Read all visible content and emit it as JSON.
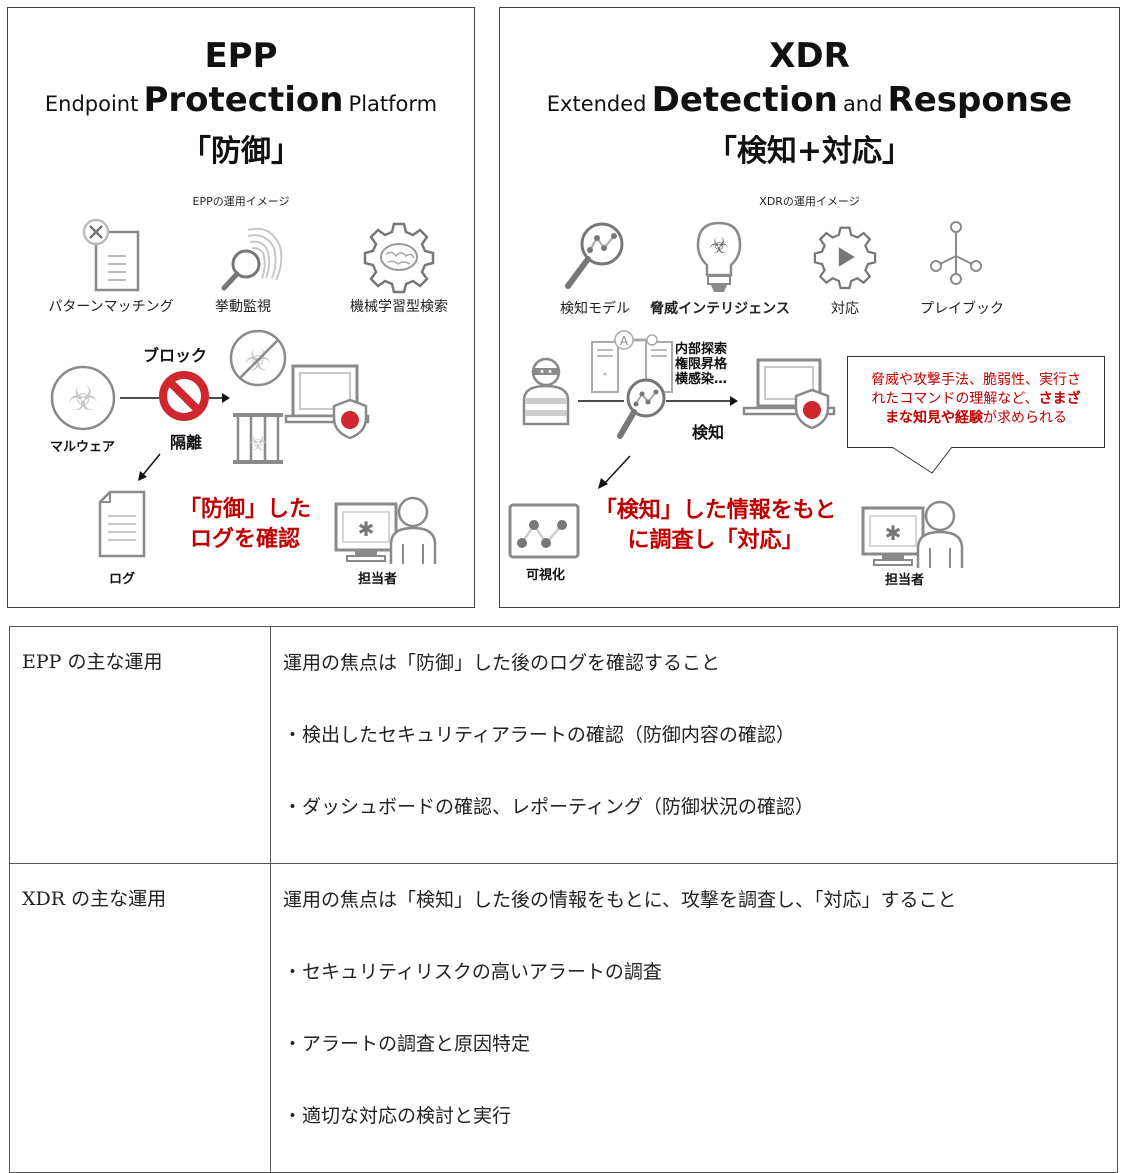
{
  "epp": {
    "title": "EPP",
    "subtitle_pre": "Endpoint",
    "subtitle_main": "Protection",
    "subtitle_post": "Platform",
    "title_jp": "「防御」",
    "caption": "EPPの運用イメージ",
    "features": [
      {
        "label": "パターンマッチング",
        "icon": "document-x-icon"
      },
      {
        "label": "挙動監視",
        "icon": "fingerprint-magnifier-icon"
      },
      {
        "label": "機械学習型検索",
        "icon": "brain-gear-icon"
      }
    ],
    "malware_label": "マルウェア",
    "block_label": "ブロック",
    "quarantine_label": "隔離",
    "log_label": "ログ",
    "operator_label": "担当者",
    "message_line1": "「防御」した",
    "message_line2": "ログを確認"
  },
  "xdr": {
    "title": "XDR",
    "subtitle_pre": "Extended",
    "subtitle_main1": "Detection",
    "subtitle_mid": "and",
    "subtitle_main2": "Response",
    "title_jp": "「検知+対応」",
    "caption": "XDRの運用イメージ",
    "features": [
      {
        "label": "検知モデル",
        "icon": "magnifier-chart-icon",
        "bold": false
      },
      {
        "label": "脅威インテリジェンス",
        "icon": "biohazard-bulb-icon",
        "bold": true
      },
      {
        "label": "対応",
        "icon": "play-gear-icon",
        "bold": false
      },
      {
        "label": "プレイブック",
        "icon": "playbook-tree-icon",
        "bold": false
      }
    ],
    "attack_lines": [
      "内部探索",
      "権限昇格",
      "横感染…"
    ],
    "detect_label": "検知",
    "visualize_label": "可視化",
    "operator_label": "担当者",
    "message_line1": "「検知」した情報をもと",
    "message_line2": "に調査し「対応」",
    "bubble": {
      "line1": "脅威や攻撃手法、脆弱性、実行さ",
      "line2_normal": "れたコマンドの理解など、",
      "line2_bold": "さまざ",
      "line3_bold": "まな知見や経験",
      "line3_normal": "が求められる"
    }
  },
  "colors": {
    "accent_red": "#c00000",
    "icon_gray": "#8a8a8a",
    "icon_light": "#c8c8c8",
    "prohibit_red": "#d0262d"
  },
  "table": {
    "rows": [
      {
        "label": "EPP の主な運用",
        "lines": [
          "運用の焦点は「防御」した後のログを確認すること",
          "・検出したセキュリティアラートの確認（防御内容の確認）",
          "・ダッシュボードの確認、レポーティング（防御状況の確認）"
        ]
      },
      {
        "label": "XDR の主な運用",
        "lines": [
          "運用の焦点は「検知」した後の情報をもとに、攻撃を調査し、「対応」すること",
          "・セキュリティリスクの高いアラートの調査",
          "・アラートの調査と原因特定",
          "・適切な対応の検討と実行"
        ]
      }
    ]
  }
}
